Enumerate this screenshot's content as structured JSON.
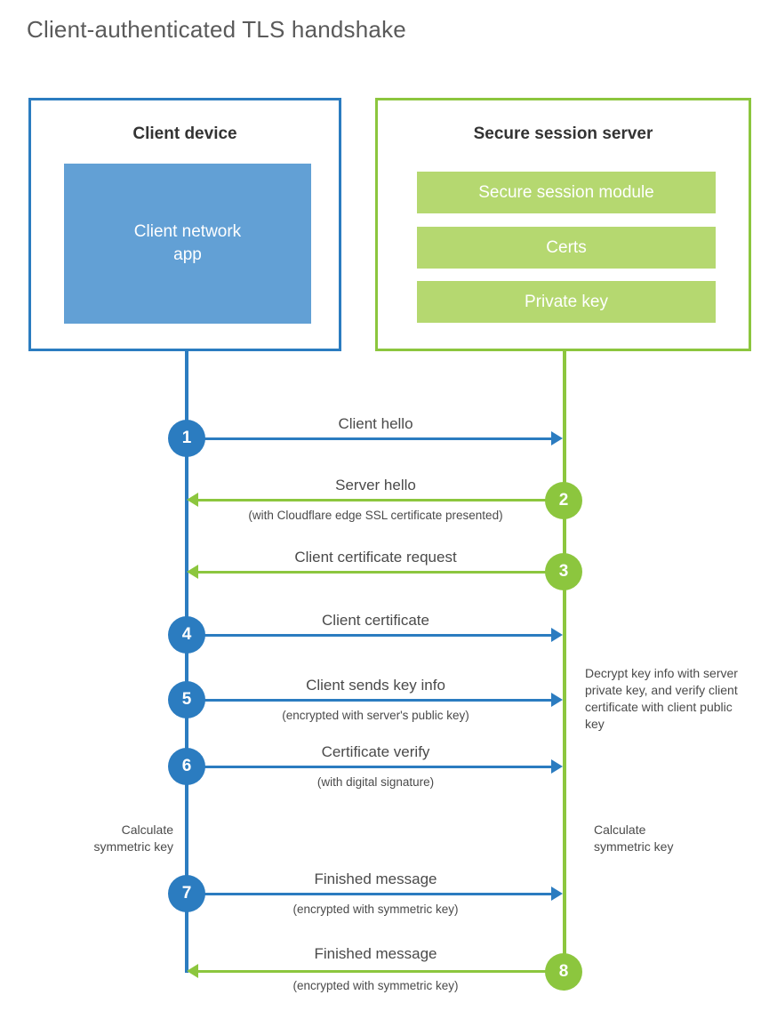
{
  "title": "Client-authenticated TLS handshake",
  "colors": {
    "blue": "#2b7cc0",
    "blue_fill": "#62a0d5",
    "green": "#8cc63e",
    "green_fill": "#b5d870",
    "text": "#4a4a4a"
  },
  "client": {
    "title": "Client device",
    "app_label": "Client network\napp",
    "app_label_line1": "Client network",
    "app_label_line2": "app"
  },
  "server": {
    "title": "Secure session server",
    "components": [
      {
        "label": "Secure session module"
      },
      {
        "label": "Certs"
      },
      {
        "label": "Private key"
      }
    ]
  },
  "steps": [
    {
      "number": "1",
      "label": "Client hello",
      "sublabel": "",
      "direction": "client-to-server",
      "color": "blue"
    },
    {
      "number": "2",
      "label": "Server hello",
      "sublabel": "(with Cloudflare edge SSL certificate presented)",
      "direction": "server-to-client",
      "color": "green"
    },
    {
      "number": "3",
      "label": "Client certificate request",
      "sublabel": "",
      "direction": "server-to-client",
      "color": "green"
    },
    {
      "number": "4",
      "label": "Client certificate",
      "sublabel": "",
      "direction": "client-to-server",
      "color": "blue"
    },
    {
      "number": "5",
      "label": "Client sends key info",
      "sublabel": "(encrypted with server's public key)",
      "direction": "client-to-server",
      "color": "blue"
    },
    {
      "number": "6",
      "label": "Certificate verify",
      "sublabel": "(with digital signature)",
      "direction": "client-to-server",
      "color": "blue"
    },
    {
      "number": "7",
      "label": "Finished message",
      "sublabel": "(encrypted with symmetric key)",
      "direction": "client-to-server",
      "color": "blue"
    },
    {
      "number": "8",
      "label": "Finished message",
      "sublabel": "(encrypted with symmetric key)",
      "direction": "server-to-client",
      "color": "green"
    }
  ],
  "notes": {
    "decrypt": "Decrypt key info with server private key, and verify client certificate with client public key",
    "calculate_client_line1": "Calculate",
    "calculate_client_line2": "symmetric key",
    "calculate_server_line1": "Calculate",
    "calculate_server_line2": "symmetric key"
  }
}
